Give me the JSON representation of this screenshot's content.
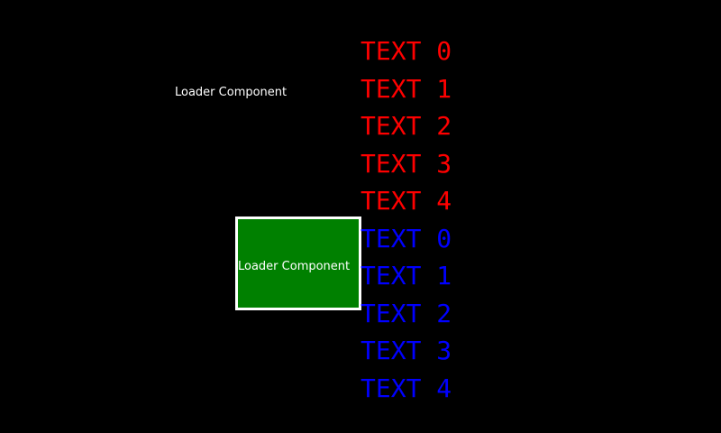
{
  "loader_label_top": "Loader Component",
  "loader_box": {
    "label": "Loader Component",
    "fill_color": "#008000",
    "border_color": "#ffffff"
  },
  "text_items": [
    {
      "label": "TEXT 0",
      "color": "red"
    },
    {
      "label": "TEXT 1",
      "color": "red"
    },
    {
      "label": "TEXT 2",
      "color": "red"
    },
    {
      "label": "TEXT 3",
      "color": "red"
    },
    {
      "label": "TEXT 4",
      "color": "red"
    },
    {
      "label": "TEXT 0",
      "color": "blue"
    },
    {
      "label": "TEXT 1",
      "color": "blue"
    },
    {
      "label": "TEXT 2",
      "color": "blue"
    },
    {
      "label": "TEXT 3",
      "color": "blue"
    },
    {
      "label": "TEXT 4",
      "color": "blue"
    }
  ],
  "colors": {
    "background": "#000000",
    "red_text": "#ff0000",
    "blue_text": "#0000ff"
  }
}
